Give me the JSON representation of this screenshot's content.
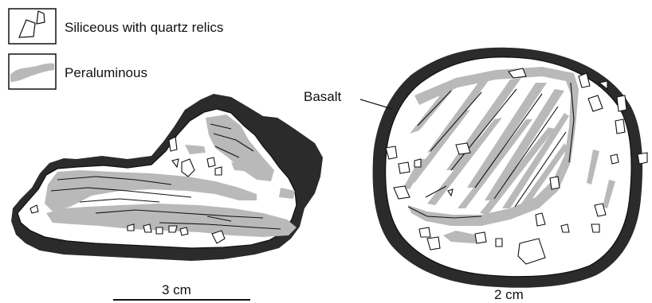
{
  "legend": {
    "items": [
      {
        "label": "Siliceous with quartz relics",
        "icon": "quartz-relic-icon"
      },
      {
        "label": "Peraluminous",
        "icon": "peraluminous-swatch-icon"
      }
    ]
  },
  "labels": {
    "basalt": "Basalt",
    "scale_left": "3 cm",
    "scale_right": "2 cm"
  },
  "colors": {
    "basalt_rim": "#2b2b2b",
    "peraluminous": "#b9b9b9",
    "siliceous": "#ffffff",
    "line": "#111111"
  }
}
